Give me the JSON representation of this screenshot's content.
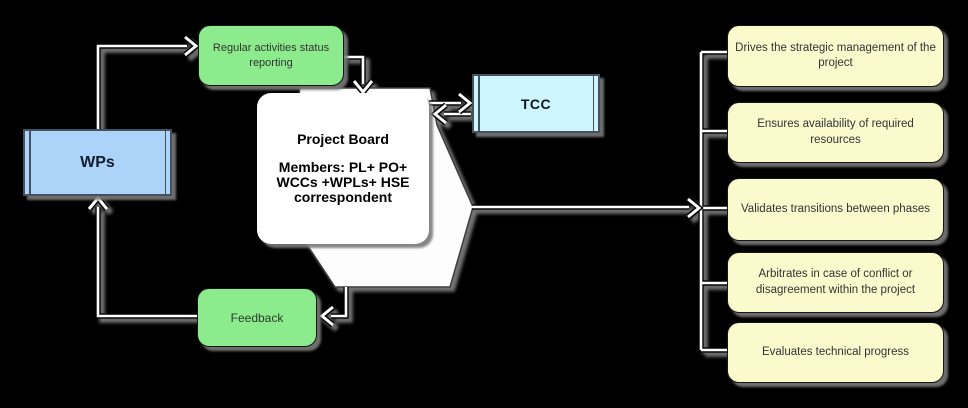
{
  "diagram": {
    "background": "#000000",
    "connector_colors": {
      "outline": "#000000",
      "core": "#ffffff"
    },
    "nodes": {
      "wps": {
        "label": "WPs",
        "fill": "#abd4f8"
      },
      "regular_reporting": {
        "label": "Regular activities status reporting",
        "fill": "#8ceb8c"
      },
      "project_board": {
        "title": "Project Board",
        "members": "Members: PL+ PO+ WCCs +WPLs+ HSE correspondent",
        "fill": "#ffffff"
      },
      "tcc": {
        "label": "TCC",
        "fill": "#cdf5fd"
      },
      "feedback": {
        "label": "Feedback",
        "fill": "#8ceb8c"
      },
      "responsibilities": {
        "fill": "#fbfacd",
        "items": [
          {
            "label": "Drives the strategic management of the project"
          },
          {
            "label": "Ensures availability of required resources"
          },
          {
            "label": "Validates transitions between phases"
          },
          {
            "label": "Arbitrates in case of conflict or disagreement within the project"
          },
          {
            "label": "Evaluates technical progress"
          }
        ]
      }
    }
  }
}
